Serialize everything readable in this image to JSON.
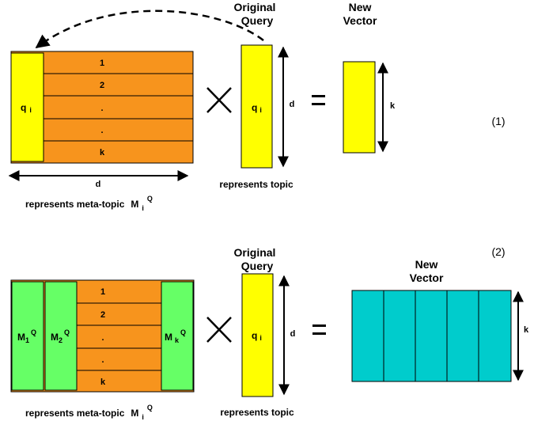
{
  "colors": {
    "orange": "#f7941d",
    "yellow": "#ffff00",
    "green": "#66ff66",
    "teal": "#00cccc",
    "stroke": "#000000"
  },
  "diagram1": {
    "matrix_rows": [
      "1",
      "2",
      ".",
      ".",
      "k"
    ],
    "query_label": "q",
    "query_sub": "i",
    "dim_d_label": "d",
    "query_title_line1": "Original",
    "query_title_line2": "Query",
    "query_dim_label": "d",
    "multiply": "×",
    "equals": "=",
    "new_vector_line1": "New",
    "new_vector_line2": "Vector",
    "new_vector_dim": "k",
    "eq_number": "(1)",
    "caption_left": "represents meta-topic",
    "caption_left_symbol": "M",
    "caption_left_sub": "i",
    "caption_left_sup": "Q",
    "caption_right": "represents topic"
  },
  "diagram2": {
    "matrix_rows": [
      "1",
      "2",
      ".",
      ".",
      "k"
    ],
    "m1_label": "M",
    "m1_sub": "1",
    "m1_sup": "Q",
    "m2_label": "M",
    "m2_sub": "2",
    "m2_sup": "Q",
    "mk_label": "M",
    "mk_sub": "k",
    "mk_sup": "Q",
    "query_label": "q",
    "query_sub": "i",
    "query_title_line1": "Original",
    "query_title_line2": "Query",
    "query_dim_label": "d",
    "multiply": "×",
    "equals": "=",
    "new_vector_line1": "New",
    "new_vector_line2": "Vector",
    "new_vector_dim": "k",
    "eq_number": "(2)",
    "caption_left": "represents meta-topic",
    "caption_left_symbol": "M",
    "caption_left_sub": "i",
    "caption_left_sup": "Q",
    "caption_right": "represents topic"
  }
}
